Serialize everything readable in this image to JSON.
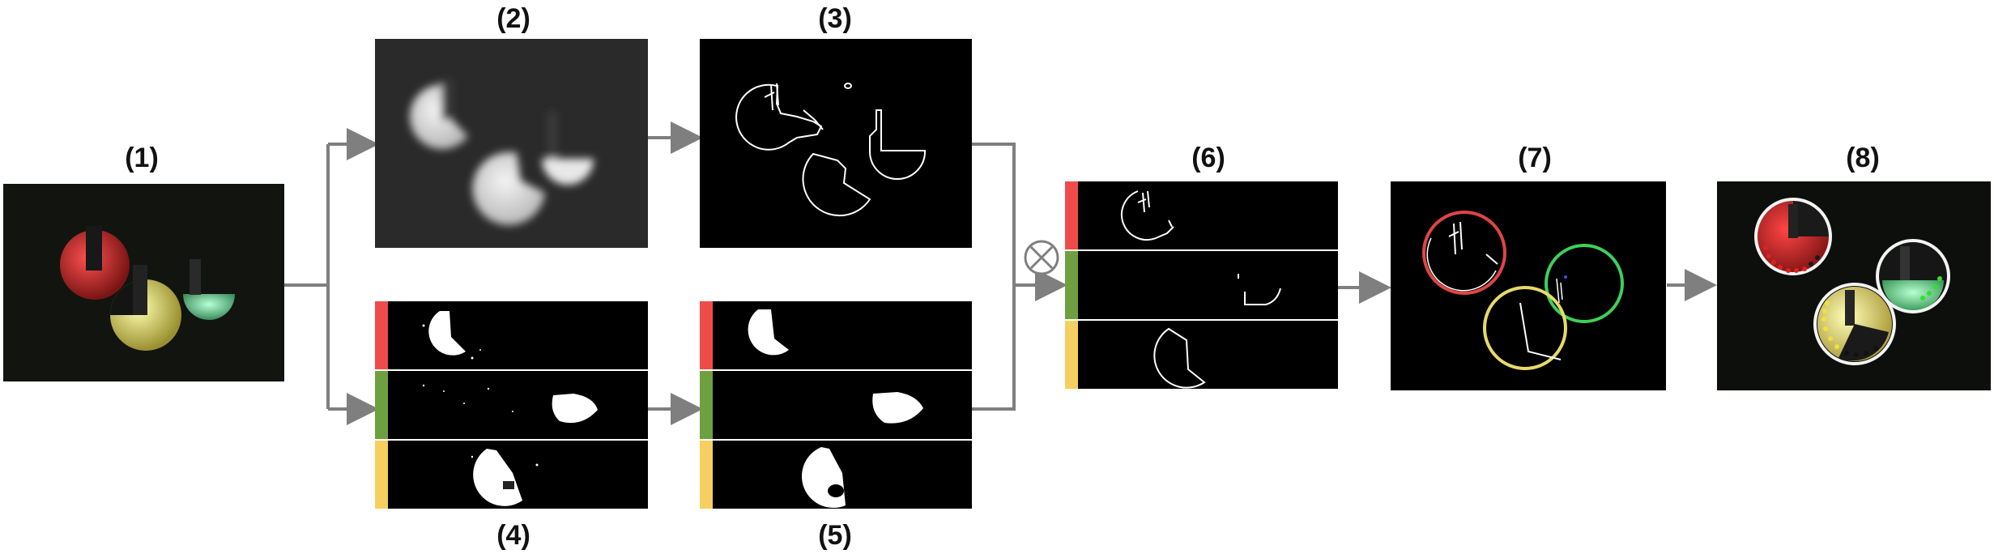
{
  "labels": {
    "s1": "(1)",
    "s2": "(2)",
    "s3": "(3)",
    "s4": "(4)",
    "s5": "(5)",
    "s6": "(6)",
    "s7": "(7)",
    "s8": "(8)"
  },
  "channels": [
    {
      "name": "red",
      "color": "#f04b4b"
    },
    {
      "name": "green",
      "color": "#6fa040"
    },
    {
      "name": "yellow",
      "color": "#f5cf5f"
    }
  ],
  "operator_symbol": "⊗",
  "colors": {
    "arrow": "#7f7f7f",
    "red_circle": "#e04545",
    "green_circle": "#3fcf5a",
    "yellow_circle": "#e8da6a"
  }
}
